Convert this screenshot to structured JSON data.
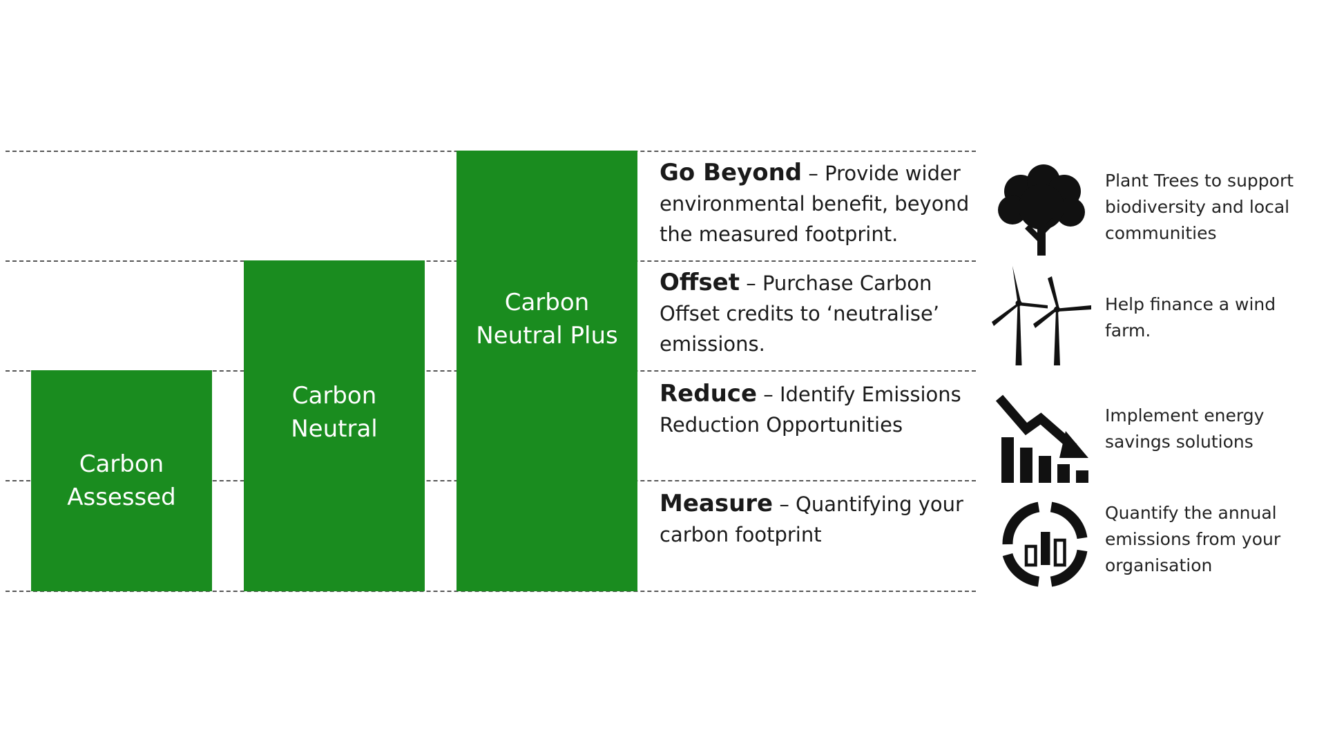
{
  "colors": {
    "bar": "#1a8c1f",
    "dash": "#555555",
    "text": "#1a1a1a"
  },
  "bars": [
    {
      "label": "Carbon\nAssessed",
      "level": 2
    },
    {
      "label": "Carbon\nNeutral",
      "level": 3
    },
    {
      "label": "Carbon\nNeutral Plus",
      "level": 4
    }
  ],
  "steps": [
    {
      "title": "Go Beyond",
      "sep": " – ",
      "text": "Provide wider environmental benefit, beyond the measured footprint."
    },
    {
      "title": "Offset",
      "sep": " – ",
      "text": "Purchase Carbon Offset credits to ‘neutralise’ emissions."
    },
    {
      "title": "Reduce",
      "sep": " – ",
      "text": "Identify Emissions Reduction Opportunities"
    },
    {
      "title": "Measure",
      "sep": " – ",
      "text": "Quantifying your carbon footprint"
    }
  ],
  "benefits": [
    {
      "icon": "tree-icon",
      "text": "Plant Trees to support biodiversity and local communities"
    },
    {
      "icon": "wind-turbine-icon",
      "text": "Help finance a wind farm."
    },
    {
      "icon": "declining-chart-icon",
      "text": "Implement energy savings solutions"
    },
    {
      "icon": "emissions-gauge-icon",
      "text": "Quantify the annual emissions from your organisation"
    }
  ]
}
